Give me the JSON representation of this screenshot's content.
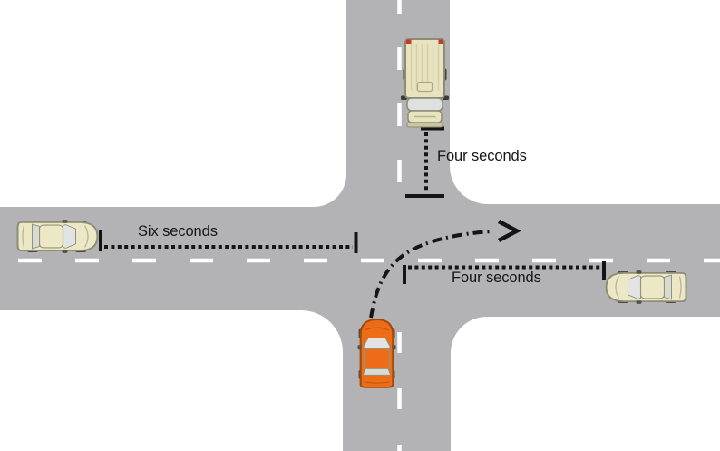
{
  "diagram": {
    "name": "intersection-turning-gap-diagram",
    "description": "Four-way intersection viewed from above with vehicles and measured time gaps",
    "colors": {
      "background": "#ffffff",
      "road": "#b3b3b5",
      "lane_marking": "#ffffff",
      "annotation": "#151515",
      "turning_car_body": "#ec6c18",
      "cream_vehicle_body": "#ece7c4",
      "truck_taillight": "#c9392b"
    },
    "labels": {
      "north_gap": "Four seconds",
      "west_gap": "Six seconds",
      "east_gap": "Four seconds"
    },
    "vehicles": [
      {
        "name": "box-truck",
        "position": "north approach",
        "heading": "south",
        "color": "#e8e3bf"
      },
      {
        "name": "sedan-west",
        "position": "west approach",
        "heading": "east",
        "color": "#ece7c4"
      },
      {
        "name": "sedan-east",
        "position": "east approach",
        "heading": "west",
        "color": "#ece7c4"
      },
      {
        "name": "sedan-turning",
        "position": "south approach",
        "heading": "north, turning right to east",
        "color": "#ec6c18"
      }
    ],
    "annotations": [
      {
        "name": "truck-gap-measure",
        "style": "dotted line with end caps",
        "value": "Four seconds"
      },
      {
        "name": "west-gap-measure",
        "style": "dotted line with end caps",
        "value": "Six seconds"
      },
      {
        "name": "east-gap-measure",
        "style": "dotted line with end caps",
        "value": "Four seconds"
      },
      {
        "name": "turn-path-arrow",
        "style": "dash-dot curved arrow",
        "meaning": "right-turn path of orange car"
      }
    ]
  }
}
